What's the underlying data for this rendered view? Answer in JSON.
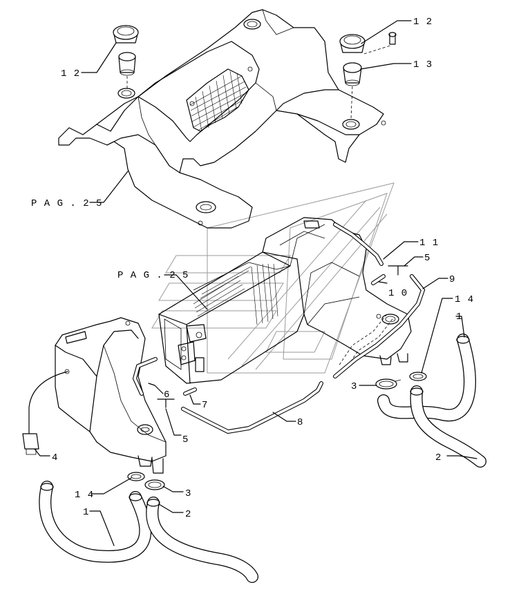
{
  "callouts": [
    {
      "id": "c12a",
      "text": "1 2"
    },
    {
      "id": "c12b",
      "text": "1 2"
    },
    {
      "id": "c13",
      "text": "1 3"
    },
    {
      "id": "cpag1",
      "text": "P A G . 2 5"
    },
    {
      "id": "cpag2",
      "text": "P A G . 2 5"
    },
    {
      "id": "c11",
      "text": "1 1"
    },
    {
      "id": "c5a",
      "text": "5"
    },
    {
      "id": "c10",
      "text": "1 0"
    },
    {
      "id": "c9",
      "text": "9"
    },
    {
      "id": "c14a",
      "text": "1 4"
    },
    {
      "id": "c1a",
      "text": "1"
    },
    {
      "id": "c3a",
      "text": "3"
    },
    {
      "id": "c6",
      "text": "6"
    },
    {
      "id": "c7",
      "text": "7"
    },
    {
      "id": "c8",
      "text": "8"
    },
    {
      "id": "c5b",
      "text": "5"
    },
    {
      "id": "c2a",
      "text": "2"
    },
    {
      "id": "c4",
      "text": "4"
    },
    {
      "id": "c14b",
      "text": "1 4"
    },
    {
      "id": "c3b",
      "text": "3"
    },
    {
      "id": "c1b",
      "text": "1"
    },
    {
      "id": "c2b",
      "text": "2"
    }
  ]
}
